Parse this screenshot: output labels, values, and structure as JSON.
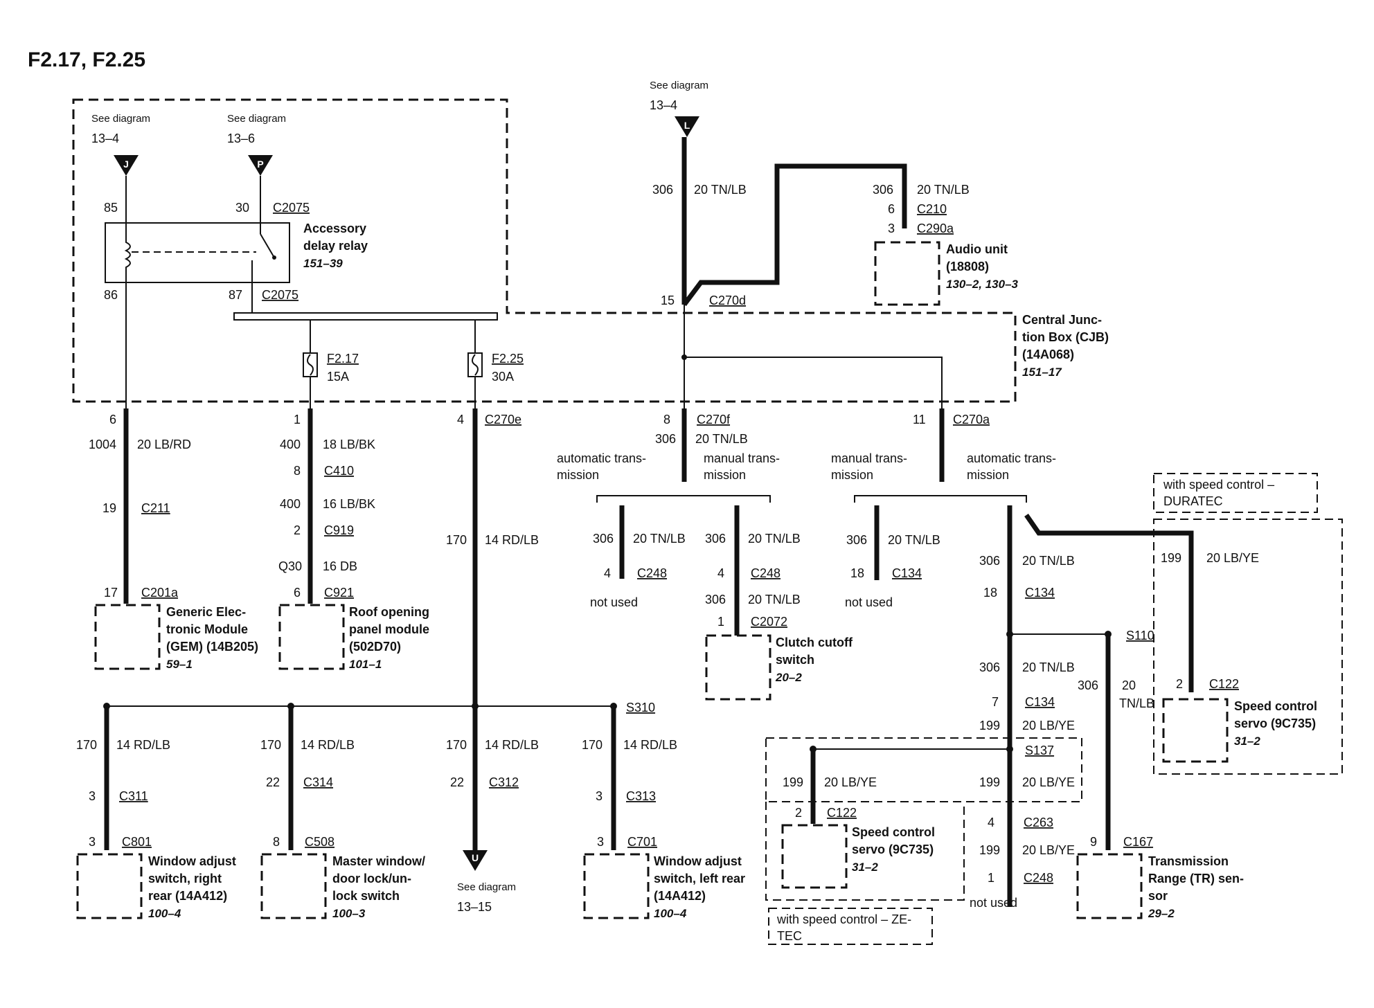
{
  "title": "F2.17, F2.25",
  "refs": {
    "j": {
      "see": "See diagram",
      "page": "13–4",
      "letter": "J"
    },
    "p": {
      "see": "See diagram",
      "page": "13–6",
      "letter": "P"
    },
    "l": {
      "see": "See diagram",
      "page": "13–4",
      "letter": "L"
    },
    "u": {
      "see": "See diagram",
      "page": "13–15",
      "letter": "U"
    }
  },
  "relay": {
    "name1": "Accessory",
    "name2": "delay relay",
    "ref": "151–39",
    "pin85": "85",
    "pin30": "30",
    "pin86": "86",
    "pin87": "87",
    "conn_top": "C2075",
    "conn_bottom": "C2075"
  },
  "cjb": {
    "l1": "Central Junc-",
    "l2": "tion Box (CJB)",
    "l3": "(14A068)",
    "ref": "151–17"
  },
  "fuses": {
    "f217": {
      "name": "F2.17",
      "rating": "15A"
    },
    "f225": {
      "name": "F2.25",
      "rating": "30A"
    }
  },
  "wires": {
    "w6": "6",
    "w1004": "1004",
    "c1": "20 LB/RD",
    "w19": "19",
    "c211": "C211",
    "w17": "17",
    "c201a": "C201a",
    "w1": "1",
    "w400a": "400",
    "c2": "18 LB/BK",
    "w8": "8",
    "c410": "C410",
    "w400b": "400",
    "c3": "16 LB/BK",
    "w2": "2",
    "c919": "C919",
    "q30": "Q30",
    "c4": "16 DB",
    "w6b": "6",
    "c921": "C921",
    "w4": "4",
    "c270e": "C270e",
    "w170": "170",
    "c5": "14 RD/LB",
    "w306a": "306",
    "c6": "20 TN/LB",
    "w306b": "306",
    "c7": "20 TN/LB",
    "w6c": "6",
    "c210": "C210",
    "w3": "3",
    "c290a": "C290a",
    "w15": "15",
    "c270d": "C270d",
    "w8b": "8",
    "c270f": "C270f",
    "w306c": "306",
    "c8": "20 TN/LB",
    "w11": "11",
    "c270a": "C270a"
  },
  "modules": {
    "gem": {
      "l1": "Generic Elec-",
      "l2": "tronic Module",
      "l3": "(GEM) (14B205)",
      "ref": "59–1"
    },
    "roof": {
      "l1": "Roof opening",
      "l2": "panel module",
      "l3": "(502D70)",
      "ref": "101–1"
    },
    "audio": {
      "l1": "Audio unit",
      "l2": "(18808)",
      "ref": "130–2, 130–3"
    },
    "clutch": {
      "l1": "Clutch cutoff",
      "l2": "switch",
      "ref": "20–2"
    },
    "servo_right": {
      "l1": "Speed control",
      "l2": "servo (9C735)",
      "ref": "31–2"
    },
    "servo_zetec": {
      "l1": "Speed control",
      "l2": "servo (9C735)",
      "ref": "31–2"
    },
    "tr": {
      "l1": "Transmission",
      "l2": "Range (TR) sen-",
      "l3": "sor",
      "ref": "29–2"
    },
    "win_rr": {
      "l1": "Window adjust",
      "l2": "switch, right",
      "l3": "rear (14A412)",
      "ref": "100–4"
    },
    "master": {
      "l1": "Master window/",
      "l2": "door lock/un-",
      "l3": "lock switch",
      "ref": "100–3"
    },
    "win_lr": {
      "l1": "Window adjust",
      "l2": "switch, left rear",
      "l3": "(14A412)",
      "ref": "100–4"
    }
  },
  "trans": {
    "auto1a": "automatic trans-",
    "auto1b": "mission",
    "man1a": "manual trans-",
    "man1b": "mission",
    "man2a": "manual trans-",
    "man2b": "mission",
    "auto2a": "automatic trans-",
    "auto2b": "mission"
  },
  "branches": {
    "a306": "306",
    "ac": "20 TN/LB",
    "a4": "4",
    "ac248": "C248",
    "anot": "not used",
    "b306": "306",
    "bc": "20 TN/LB",
    "b4": "4",
    "bc248": "C248",
    "b306b": "306",
    "bc2": "20 TN/LB",
    "b1": "1",
    "bc2072": "C2072",
    "c306": "306",
    "cc": "20 TN/LB",
    "c18": "18",
    "cc134": "C134",
    "cnot": "not used",
    "d306": "306",
    "dc": "20 TN/LB",
    "d18": "18",
    "dc134": "C134",
    "s110": "S110",
    "d306b": "306",
    "dc2": "20 TN/LB",
    "d7": "7",
    "dc134b": "C134",
    "d199": "199",
    "dc3": "20 LB/YE",
    "s137": "S137",
    "e199": "199",
    "ec": "20 LB/YE",
    "e2": "2",
    "ec122": "C122",
    "f199": "199",
    "fc": "20 LB/YE",
    "f4": "4",
    "fc263": "C263",
    "f199b": "199",
    "fc2": "20 LB/YE",
    "f1": "1",
    "fc248": "C248",
    "fnot": "not used",
    "g306": "306",
    "gc_a": "20",
    "gc_b": "TN/LB",
    "g9": "9",
    "gc167": "C167",
    "h199": "199",
    "hc": "20 LB/YE",
    "h2": "2",
    "hc122": "C122",
    "duratec1": "with speed control –",
    "duratec2": "DURATEC",
    "zetec1": "with speed control – ZE-",
    "zetec2": "TEC"
  },
  "bottom": {
    "s310": "S310",
    "b1_170": "170",
    "b1_c": "14 RD/LB",
    "b1_3": "3",
    "b1_c311": "C311",
    "b1_3b": "3",
    "b1_c801": "C801",
    "b2_170": "170",
    "b2_c": "14 RD/LB",
    "b2_22": "22",
    "b2_c314": "C314",
    "b2_8": "8",
    "b2_c508": "C508",
    "b3_170": "170",
    "b3_c": "14 RD/LB",
    "b3_22": "22",
    "b3_c312": "C312",
    "b4_170": "170",
    "b4_c": "14 RD/LB",
    "b4_3": "3",
    "b4_c313": "C313",
    "b4_3b": "3",
    "b4_c701": "C701"
  }
}
